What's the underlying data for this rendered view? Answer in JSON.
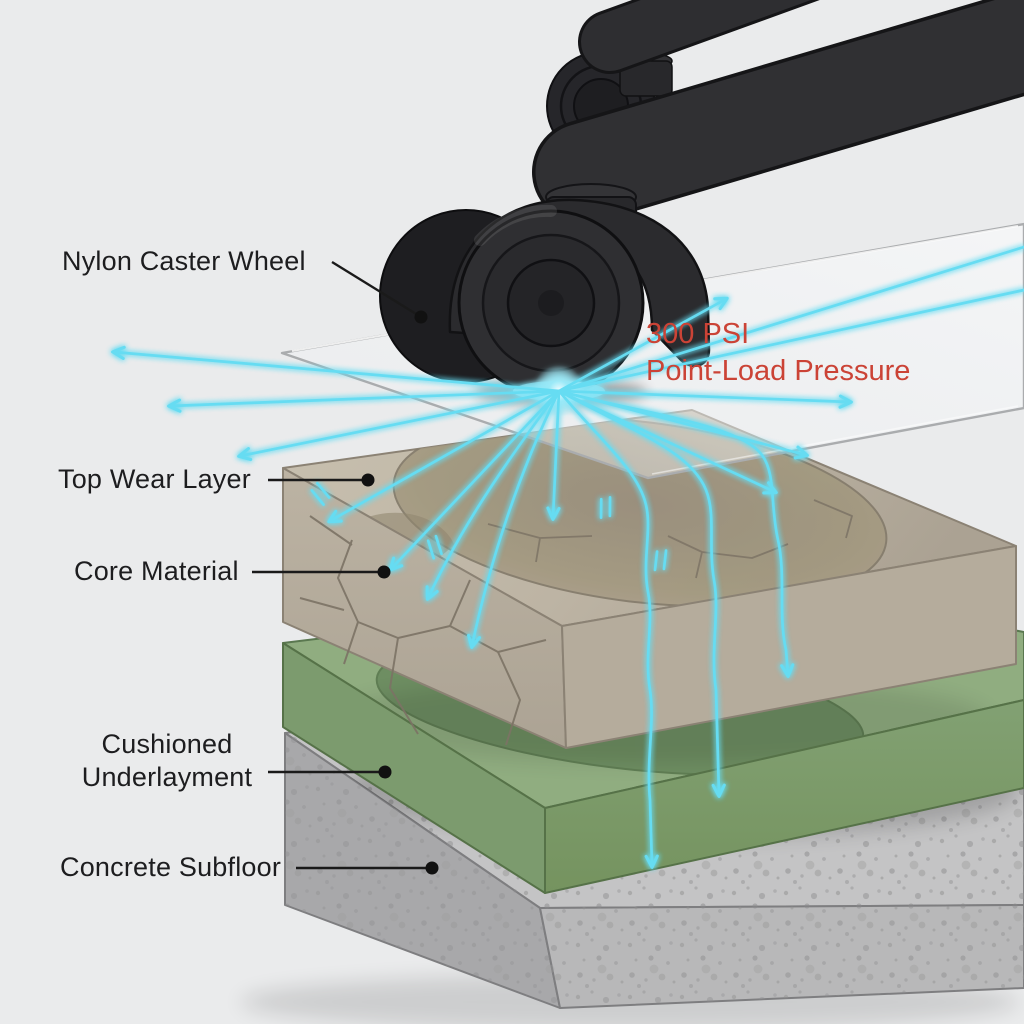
{
  "diagram": {
    "background_color": "#eaebec",
    "annotation": {
      "line1": "300 PSI",
      "line2": "Point-Load Pressure",
      "color": "#cb4336"
    },
    "labels": {
      "nylon_caster_wheel": "Nylon Caster Wheel",
      "top_wear_layer": "Top Wear Layer",
      "core_material": "Core Material",
      "cushioned_underlayment": "Cushioned Underlayment",
      "concrete_subfloor": "Concrete Subfloor"
    },
    "colors": {
      "arrow_cyan": "#66dcf2",
      "core_beige": "#c0b7a6",
      "underlayment_green": "#8fac80",
      "concrete_gray": "#c2c2c3",
      "caster_black": "#2c2c2f",
      "label_black": "#1d1d1f"
    }
  }
}
